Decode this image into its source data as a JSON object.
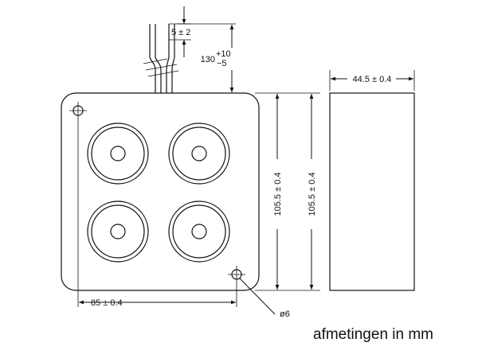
{
  "dimensions": {
    "wire_spacing": "5 ± 2",
    "wire_length_base": "130",
    "wire_length_plus": "+10",
    "wire_length_minus": "−5",
    "width": "85 ± 0.4",
    "height_front": "105.5 ± 0.4",
    "height_side": "105.5 ± 0.4",
    "depth": "44.5 ± 0.4",
    "hole_diameter": "ø6"
  },
  "footer_note": "afmetingen in mm",
  "colors": {
    "line": "#111111",
    "background": "#ffffff"
  }
}
